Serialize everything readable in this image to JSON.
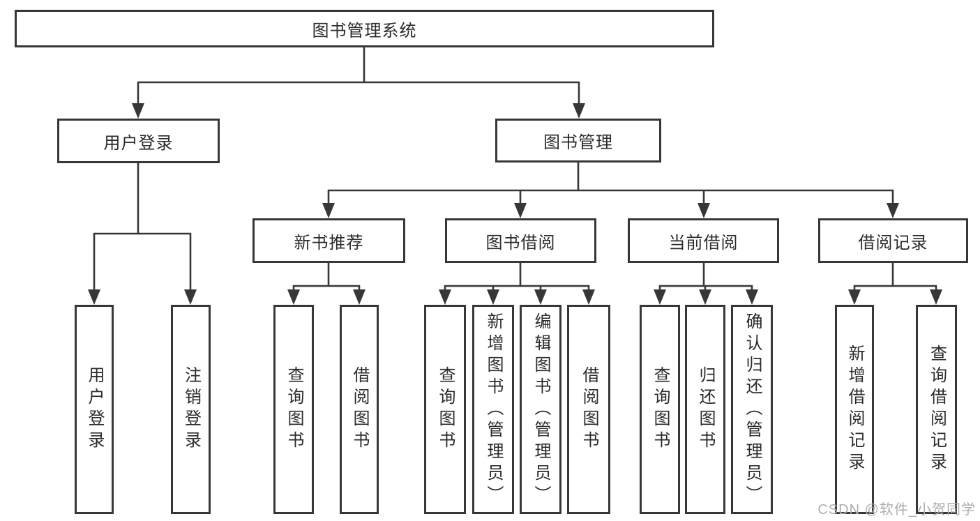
{
  "colors": {
    "line": "#373737",
    "text": "#2b2b2b",
    "box_background": "#ffffff",
    "watermark": "#adadad",
    "background": "#ffffff"
  },
  "diagram": {
    "type": "hierarchy-tree",
    "root": {
      "label": "图书管理系统"
    },
    "level2": [
      {
        "label": "用户登录"
      },
      {
        "label": "图书管理"
      }
    ],
    "level3": [
      {
        "label": "新书推荐",
        "parent": "图书管理"
      },
      {
        "label": "图书借阅",
        "parent": "图书管理"
      },
      {
        "label": "当前借阅",
        "parent": "图书管理"
      },
      {
        "label": "借阅记录",
        "parent": "图书管理"
      }
    ],
    "leaves": [
      {
        "label": "用户登录",
        "parent": "用户登录"
      },
      {
        "label": "注销登录",
        "parent": "用户登录"
      },
      {
        "label": "查询图书",
        "parent": "新书推荐"
      },
      {
        "label": "借阅图书",
        "parent": "新书推荐"
      },
      {
        "label": "查询图书",
        "parent": "图书借阅"
      },
      {
        "label": "新增图书（管理员）",
        "parent": "图书借阅"
      },
      {
        "label": "编辑图书（管理员）",
        "parent": "图书借阅"
      },
      {
        "label": "借阅图书",
        "parent": "图书借阅"
      },
      {
        "label": "查询图书",
        "parent": "当前借阅"
      },
      {
        "label": "归还图书",
        "parent": "当前借阅"
      },
      {
        "label": "确认归还（管理员）",
        "parent": "当前借阅"
      },
      {
        "label": "新增借阅记录",
        "parent": "借阅记录"
      },
      {
        "label": "查询借阅记录",
        "parent": "借阅记录"
      }
    ]
  },
  "watermark": {
    "text": "CSDN @软件_小贺同学"
  }
}
